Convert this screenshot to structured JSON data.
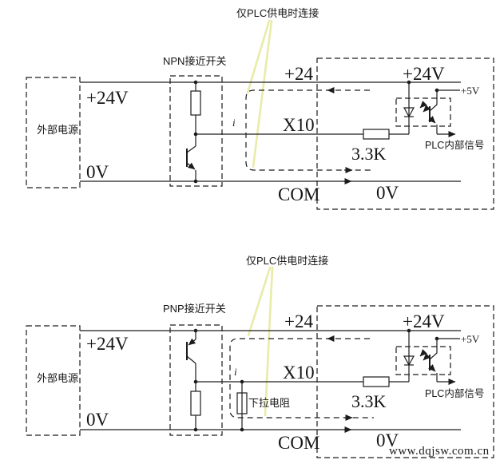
{
  "colors": {
    "line": "#1c1c1c",
    "leader_line": "#e9eba9",
    "background": "#ffffff"
  },
  "watermark": "www.dqjsw.com.cn",
  "diagrams": [
    {
      "annotation": "仅PLC供电时连接",
      "switch_type": "NPN接近开关",
      "power_supply_label": "外部电源",
      "supply_24v": "+24V",
      "supply_0v": "0V",
      "terminal_24": "+24",
      "terminal_x10": "X10",
      "terminal_com": "COM",
      "plc_24v": "+24V",
      "plc_5v": "+5V",
      "input_resistor": "3.3K",
      "internal_signal": "PLC内部信号",
      "plc_0v": "0V",
      "current_symbol": "i"
    },
    {
      "annotation": "仅PLC供电时连接",
      "switch_type": "PNP接近开关",
      "power_supply_label": "外部电源",
      "supply_24v": "+24V",
      "supply_0v": "0V",
      "terminal_24": "+24",
      "terminal_x10": "X10",
      "terminal_com": "COM",
      "plc_24v": "+24V",
      "plc_5v": "+5V",
      "input_resistor": "3.3K",
      "internal_signal": "PLC内部信号",
      "plc_0v": "0V",
      "current_symbol": "i",
      "pulldown_label": "下拉电阻"
    }
  ]
}
